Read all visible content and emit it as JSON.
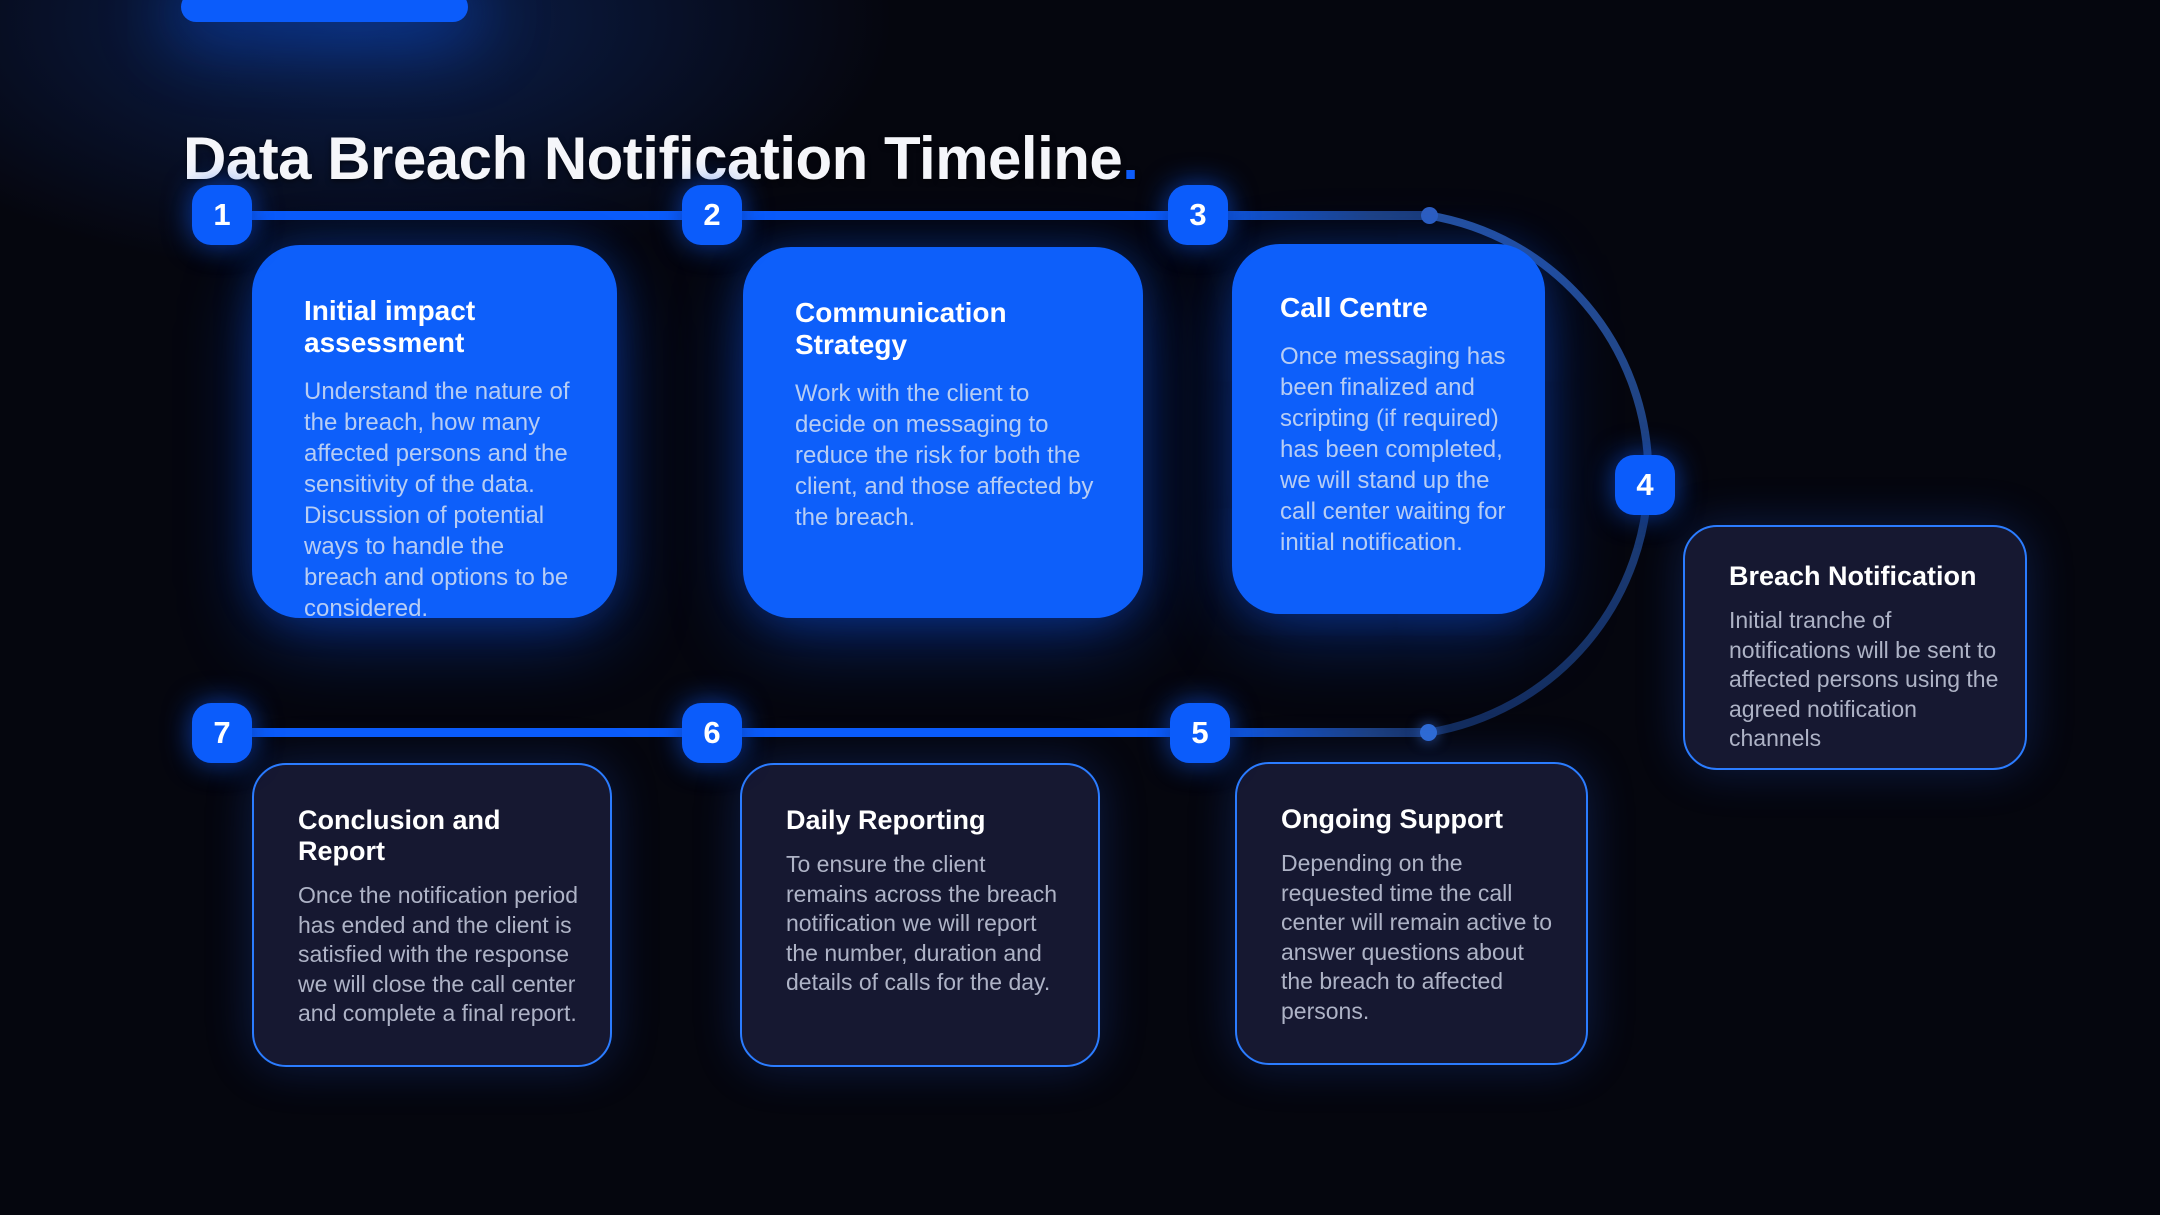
{
  "page": {
    "title_text": "Data Breach Notification Timeline",
    "title_period": ".",
    "colors": {
      "background": "#05060e",
      "accent_blue": "#0b5cfb",
      "solid_card_blue": "#0d5ffa",
      "dark_card_bg": "#161831",
      "dark_card_border": "#2b7cff",
      "solid_card_body_text": "#b7cdf4",
      "dark_card_body_text": "#aeb3c6",
      "connector_arc": "#1d3f7c"
    }
  },
  "timeline": {
    "steps": [
      {
        "number": "1",
        "title": "Initial impact assessment",
        "body": "Understand the nature of the breach, how many affected persons and the sensitivity of the data. Discussion of potential ways to handle the breach and options to be considered."
      },
      {
        "number": "2",
        "title": "Communication Strategy",
        "body": "Work with the client to decide on messaging to reduce the risk for both the client, and those affected by the breach."
      },
      {
        "number": "3",
        "title": "Call Centre",
        "body": "Once messaging has been finalized and scripting (if required) has been completed, we will stand up the call center waiting for initial notification."
      },
      {
        "number": "4",
        "title": "Breach Notification",
        "body": "Initial tranche of notifications will be sent to affected persons using the agreed notification channels"
      },
      {
        "number": "5",
        "title": "Ongoing Support",
        "body": "Depending on the requested time the call center will remain active to answer questions about the breach to affected persons."
      },
      {
        "number": "6",
        "title": "Daily Reporting",
        "body": "To ensure the client remains across the breach notification we will report the number, duration and details of calls for the day."
      },
      {
        "number": "7",
        "title": "Conclusion and Report",
        "body": "Once the notification period has ended and the client is satisfied with the response we will close the call center and complete a final report."
      }
    ]
  }
}
